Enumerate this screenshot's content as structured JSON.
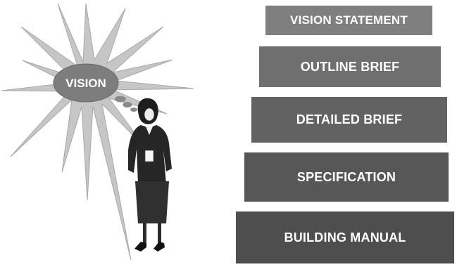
{
  "vision_label": "VISION",
  "steps": [
    "VISION STATEMENT",
    "OUTLINE BRIEF",
    "DETAILED BRIEF",
    "SPECIFICATION",
    "BUILDING MANUAL"
  ]
}
